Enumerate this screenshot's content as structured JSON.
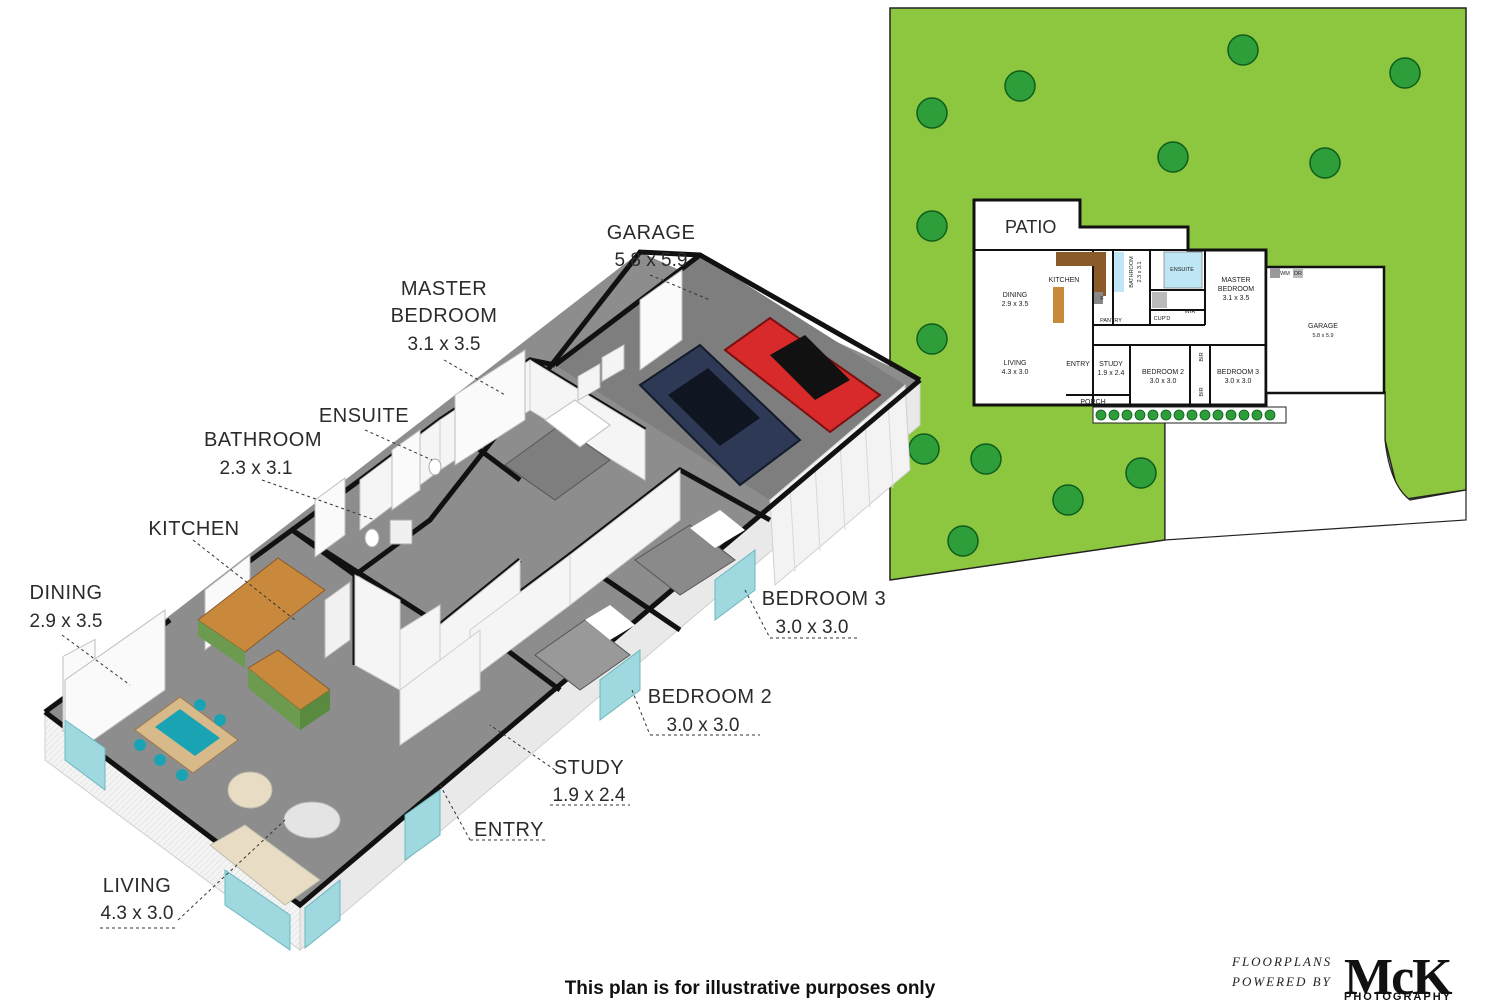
{
  "iso": {
    "garage": {
      "name": "GARAGE",
      "dim": "5.8 x 5.9"
    },
    "master": {
      "name1": "MASTER",
      "name2": "BEDROOM",
      "dim": "3.1 x 3.5"
    },
    "ensuite": {
      "name": "ENSUITE"
    },
    "bathroom": {
      "name": "BATHROOM",
      "dim": "2.3 x 3.1"
    },
    "kitchen": {
      "name": "KITCHEN"
    },
    "dining": {
      "name": "DINING",
      "dim": "2.9 x 3.5"
    },
    "bedroom3": {
      "name": "BEDROOM 3",
      "dim": "3.0 x 3.0"
    },
    "bedroom2": {
      "name": "BEDROOM 2",
      "dim": "3.0 x 3.0"
    },
    "study": {
      "name": "STUDY",
      "dim": "1.9 x 2.4"
    },
    "entry": {
      "name": "ENTRY"
    },
    "living": {
      "name": "LIVING",
      "dim": "4.3 x 3.0"
    }
  },
  "siteplan": {
    "patio": "PATIO",
    "dining": {
      "name": "DINING",
      "dim": "2.9 x 3.5"
    },
    "kitchen": "KITCHEN",
    "bathroom": {
      "name": "BATHROOM",
      "dim": "2.3 x 3.1"
    },
    "ensuite": "ENSUITE",
    "master": {
      "name1": "MASTER",
      "name2": "BEDROOM",
      "dim": "3.1 x 3.5"
    },
    "wm": "WM",
    "dr": "DR",
    "pantry": "PANTRY",
    "f": "F",
    "cupd": "CUP'D",
    "wir": "WIR",
    "garage": {
      "name": "GARAGE",
      "dim": "5.8 x 5.9"
    },
    "living": {
      "name": "LIVING",
      "dim": "4.3 x 3.0"
    },
    "entry": "ENTRY",
    "study": {
      "name": "STUDY",
      "dim": "1.9 x 2.4"
    },
    "bedroom2": {
      "name": "BEDROOM 2",
      "dim": "3.0 x 3.0"
    },
    "bir1": "BIR",
    "bir2": "BIR",
    "bedroom3": {
      "name": "BEDROOM 3",
      "dim": "3.0 x 3.0"
    },
    "porch": "PORCH"
  },
  "footer": {
    "disclaimer": "This plan is for illustrative purposes only",
    "brand_line1": "FLOORPLANS",
    "brand_line2": "POWERED BY",
    "brand_logo": "McK",
    "brand_sub": "PHOTOGRAPHY"
  },
  "colors": {
    "lawn": "#8dc63f",
    "tree": "#2e9e3a",
    "floor": "#8d8d8d",
    "wall": "#f2f2f2",
    "wall_top": "#111111",
    "bench": "#c8893c",
    "car_red": "#d82a2a",
    "car_blue": "#2e3a55",
    "teal": "#1aa3b3"
  }
}
